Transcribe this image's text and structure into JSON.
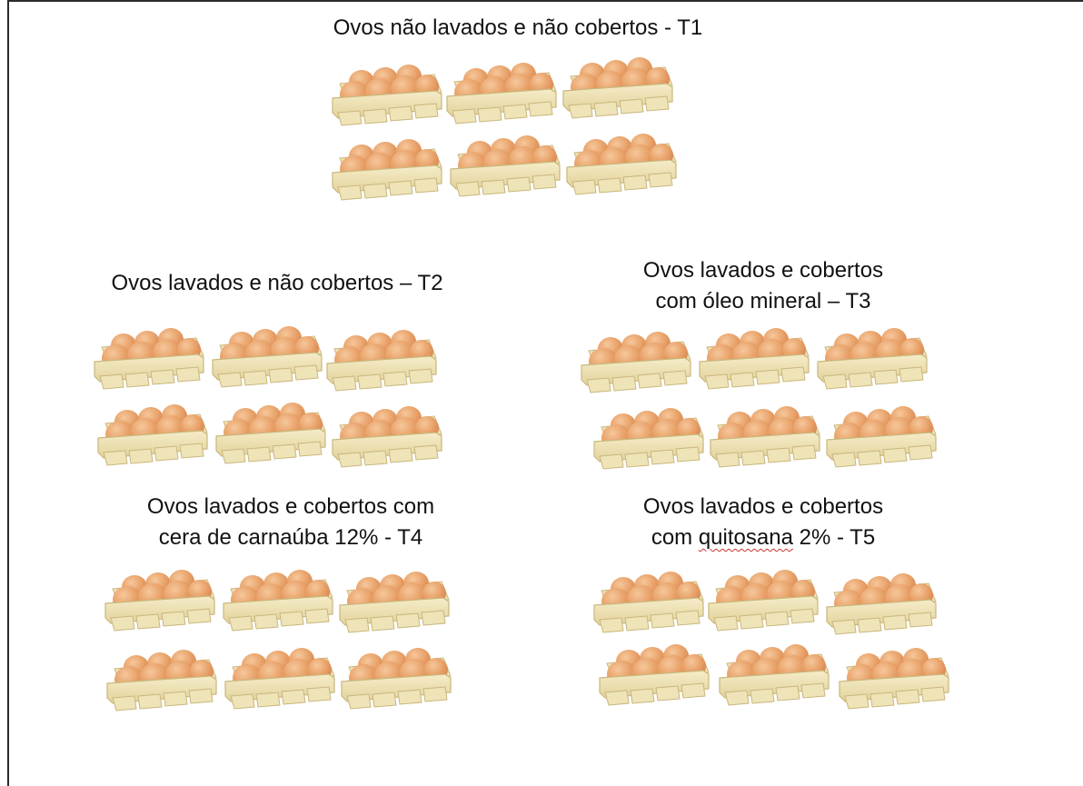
{
  "groups": [
    {
      "id": "t1",
      "lines": [
        "Ovos não lavados e não cobertos  - T1"
      ],
      "carton_count": 6
    },
    {
      "id": "t2",
      "lines": [
        "Ovos lavados e não cobertos – T2"
      ],
      "carton_count": 6
    },
    {
      "id": "t3",
      "lines": [
        "Ovos lavados e cobertos",
        "com óleo mineral – T3"
      ],
      "carton_count": 6
    },
    {
      "id": "t4",
      "lines": [
        "Ovos lavados e cobertos com",
        "cera de carnaúba 12% - T4"
      ],
      "carton_count": 6
    },
    {
      "id": "t5",
      "lines_parts": [
        "Ovos lavados e cobertos",
        "com ",
        "quitosana",
        " 2% - T5"
      ],
      "carton_count": 6
    }
  ],
  "colors": {
    "egg": "#e9a46c",
    "egg_shade": "#d9874f",
    "egg_highlight": "#f6c79b",
    "carton": "#eee0b0",
    "carton_edge": "#c9b77d",
    "border": "#2b2b2b"
  }
}
